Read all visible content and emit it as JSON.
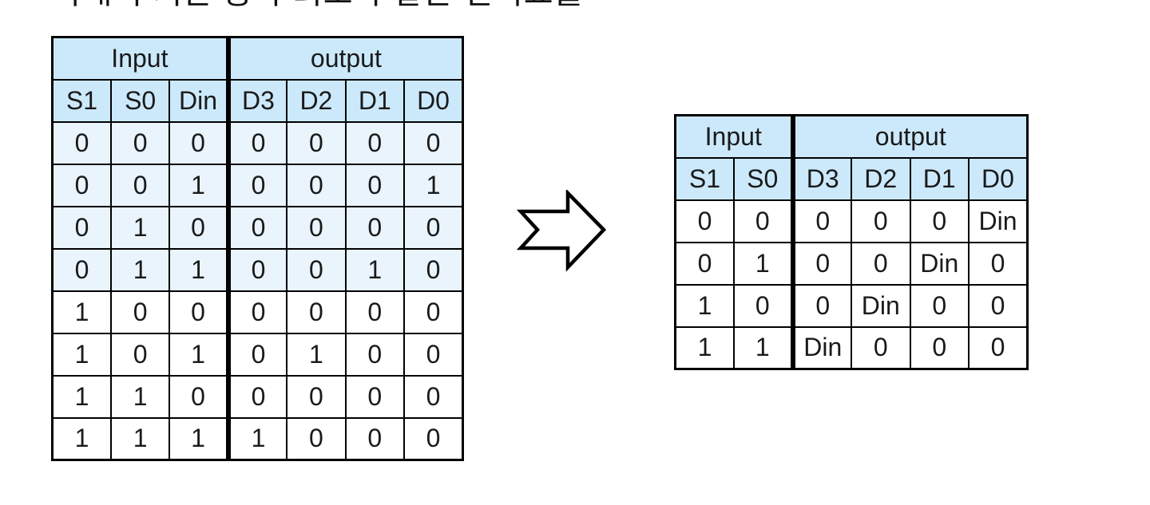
{
  "heading": {
    "text": "아래의 기본 동작 회로와 같은 진리표를 도출",
    "note": "partially cut off at top edge"
  },
  "colors": {
    "header_bg": "#cce9fb",
    "tinted_row_bg": "#e9f4fd",
    "white_row_bg": "#ffffff",
    "border": "#000000",
    "text": "#1a1a1a",
    "arrow_fill": "#ffffff",
    "arrow_stroke": "#000000"
  },
  "left_table": {
    "group_headers": [
      {
        "label": "Input",
        "span": 3
      },
      {
        "label": "output",
        "span": 4
      }
    ],
    "columns": [
      "S1",
      "S0",
      "Din",
      "D3",
      "D2",
      "D1",
      "D0"
    ],
    "separator_after_col": 3,
    "rows": [
      {
        "cells": [
          "0",
          "0",
          "0",
          "0",
          "0",
          "0",
          "0"
        ],
        "bold_col": 6,
        "tinted": true
      },
      {
        "cells": [
          "0",
          "0",
          "1",
          "0",
          "0",
          "0",
          "1"
        ],
        "bold_col": 6,
        "tinted": true
      },
      {
        "cells": [
          "0",
          "1",
          "0",
          "0",
          "0",
          "0",
          "0"
        ],
        "bold_col": 5,
        "tinted": true
      },
      {
        "cells": [
          "0",
          "1",
          "1",
          "0",
          "0",
          "1",
          "0"
        ],
        "bold_col": 5,
        "tinted": true
      },
      {
        "cells": [
          "1",
          "0",
          "0",
          "0",
          "0",
          "0",
          "0"
        ],
        "bold_col": 4,
        "tinted": false
      },
      {
        "cells": [
          "1",
          "0",
          "1",
          "0",
          "1",
          "0",
          "0"
        ],
        "bold_col": 4,
        "tinted": false
      },
      {
        "cells": [
          "1",
          "1",
          "0",
          "0",
          "0",
          "0",
          "0"
        ],
        "bold_col": 3,
        "tinted": false
      },
      {
        "cells": [
          "1",
          "1",
          "1",
          "1",
          "0",
          "0",
          "0"
        ],
        "bold_col": 3,
        "tinted": false
      }
    ]
  },
  "arrow": {
    "type": "notched-right-block-arrow"
  },
  "right_table": {
    "group_headers": [
      {
        "label": "Input",
        "span": 2
      },
      {
        "label": "output",
        "span": 4
      }
    ],
    "columns": [
      "S1",
      "S0",
      "D3",
      "D2",
      "D1",
      "D0"
    ],
    "separator_after_col": 2,
    "rows": [
      {
        "cells": [
          "0",
          "0",
          "0",
          "0",
          "0",
          "Din"
        ],
        "bold_col": -1,
        "tinted": false
      },
      {
        "cells": [
          "0",
          "1",
          "0",
          "0",
          "Din",
          "0"
        ],
        "bold_col": -1,
        "tinted": false
      },
      {
        "cells": [
          "1",
          "0",
          "0",
          "Din",
          "0",
          "0"
        ],
        "bold_col": -1,
        "tinted": false
      },
      {
        "cells": [
          "1",
          "1",
          "Din",
          "0",
          "0",
          "0"
        ],
        "bold_col": -1,
        "tinted": false
      }
    ]
  }
}
